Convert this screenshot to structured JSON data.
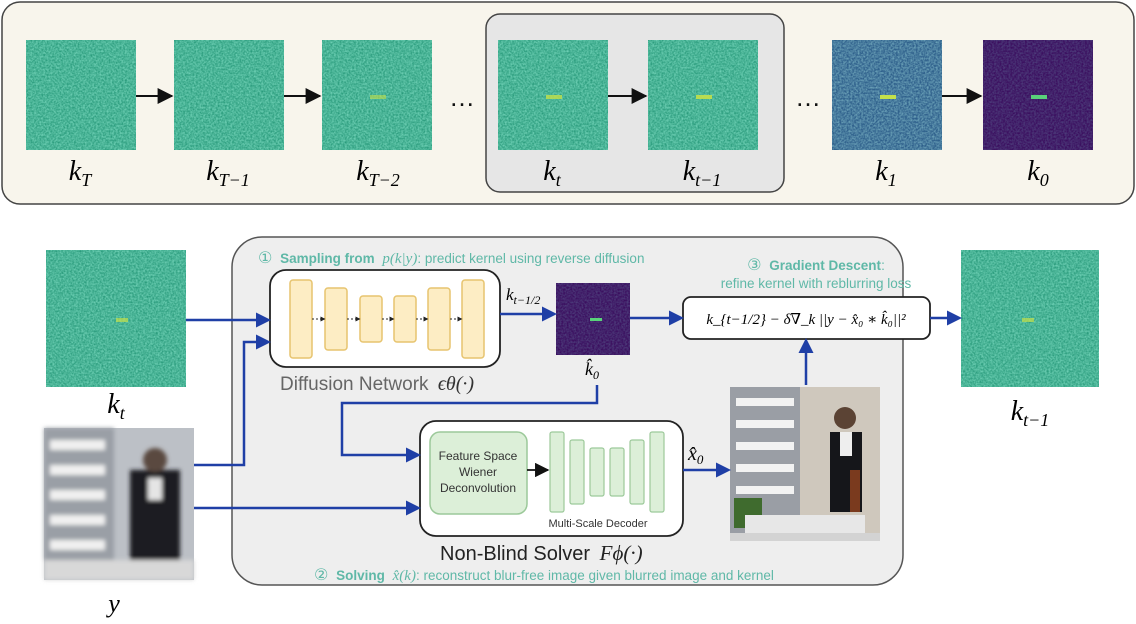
{
  "top_row": {
    "labels": [
      "k",
      "k",
      "k",
      "k",
      "k",
      "k",
      "k"
    ],
    "subs": [
      "T",
      "T−1",
      "T−2",
      "t",
      "t−1",
      "1",
      "0"
    ],
    "ellipsis": "…"
  },
  "left": {
    "kt_label": "k",
    "kt_sub": "t",
    "y_label": "y"
  },
  "right": {
    "kt1_label": "k",
    "kt1_sub": "t−1"
  },
  "step1": {
    "num": "①",
    "bold": "Sampling from",
    "math": "p(k|y)",
    "rest": ": predict kernel using reverse diffusion"
  },
  "step2": {
    "num": "②",
    "bold": "Solving",
    "math": "x̂(k)",
    "rest": ": reconstruct blur-free image given blurred image and kernel"
  },
  "step3": {
    "num": "③",
    "bold": "Gradient Descent",
    "colon": ":",
    "line2": "refine kernel with reblurring loss"
  },
  "diffusion": {
    "label": "Diffusion Network",
    "math": "ϵθ(·)"
  },
  "solver": {
    "label": "Non-Blind Solver",
    "math": "Fϕ(·)",
    "wiener": [
      "Feature Space",
      "Wiener",
      "Deconvolution"
    ],
    "decoder": "Multi-Scale Decoder"
  },
  "labels": {
    "k_half": "k",
    "k_half_sub": "t−1/2",
    "k0_hat": "k̂",
    "k0_sub": "0",
    "x0_hat": "x̂",
    "x0_sub": "0"
  },
  "formula": "k_{t−1/2} − δ∇_k ||y − x̂₀ ∗ k̂₀||²",
  "colors": {
    "accent_blue": "#1f3fa6",
    "teal": "#5fb8a7",
    "block_yellow": "#fdedc4",
    "block_green": "#dcefd8",
    "panel_gray": "#eeeeee",
    "top_bg": "#f8f5ec"
  }
}
